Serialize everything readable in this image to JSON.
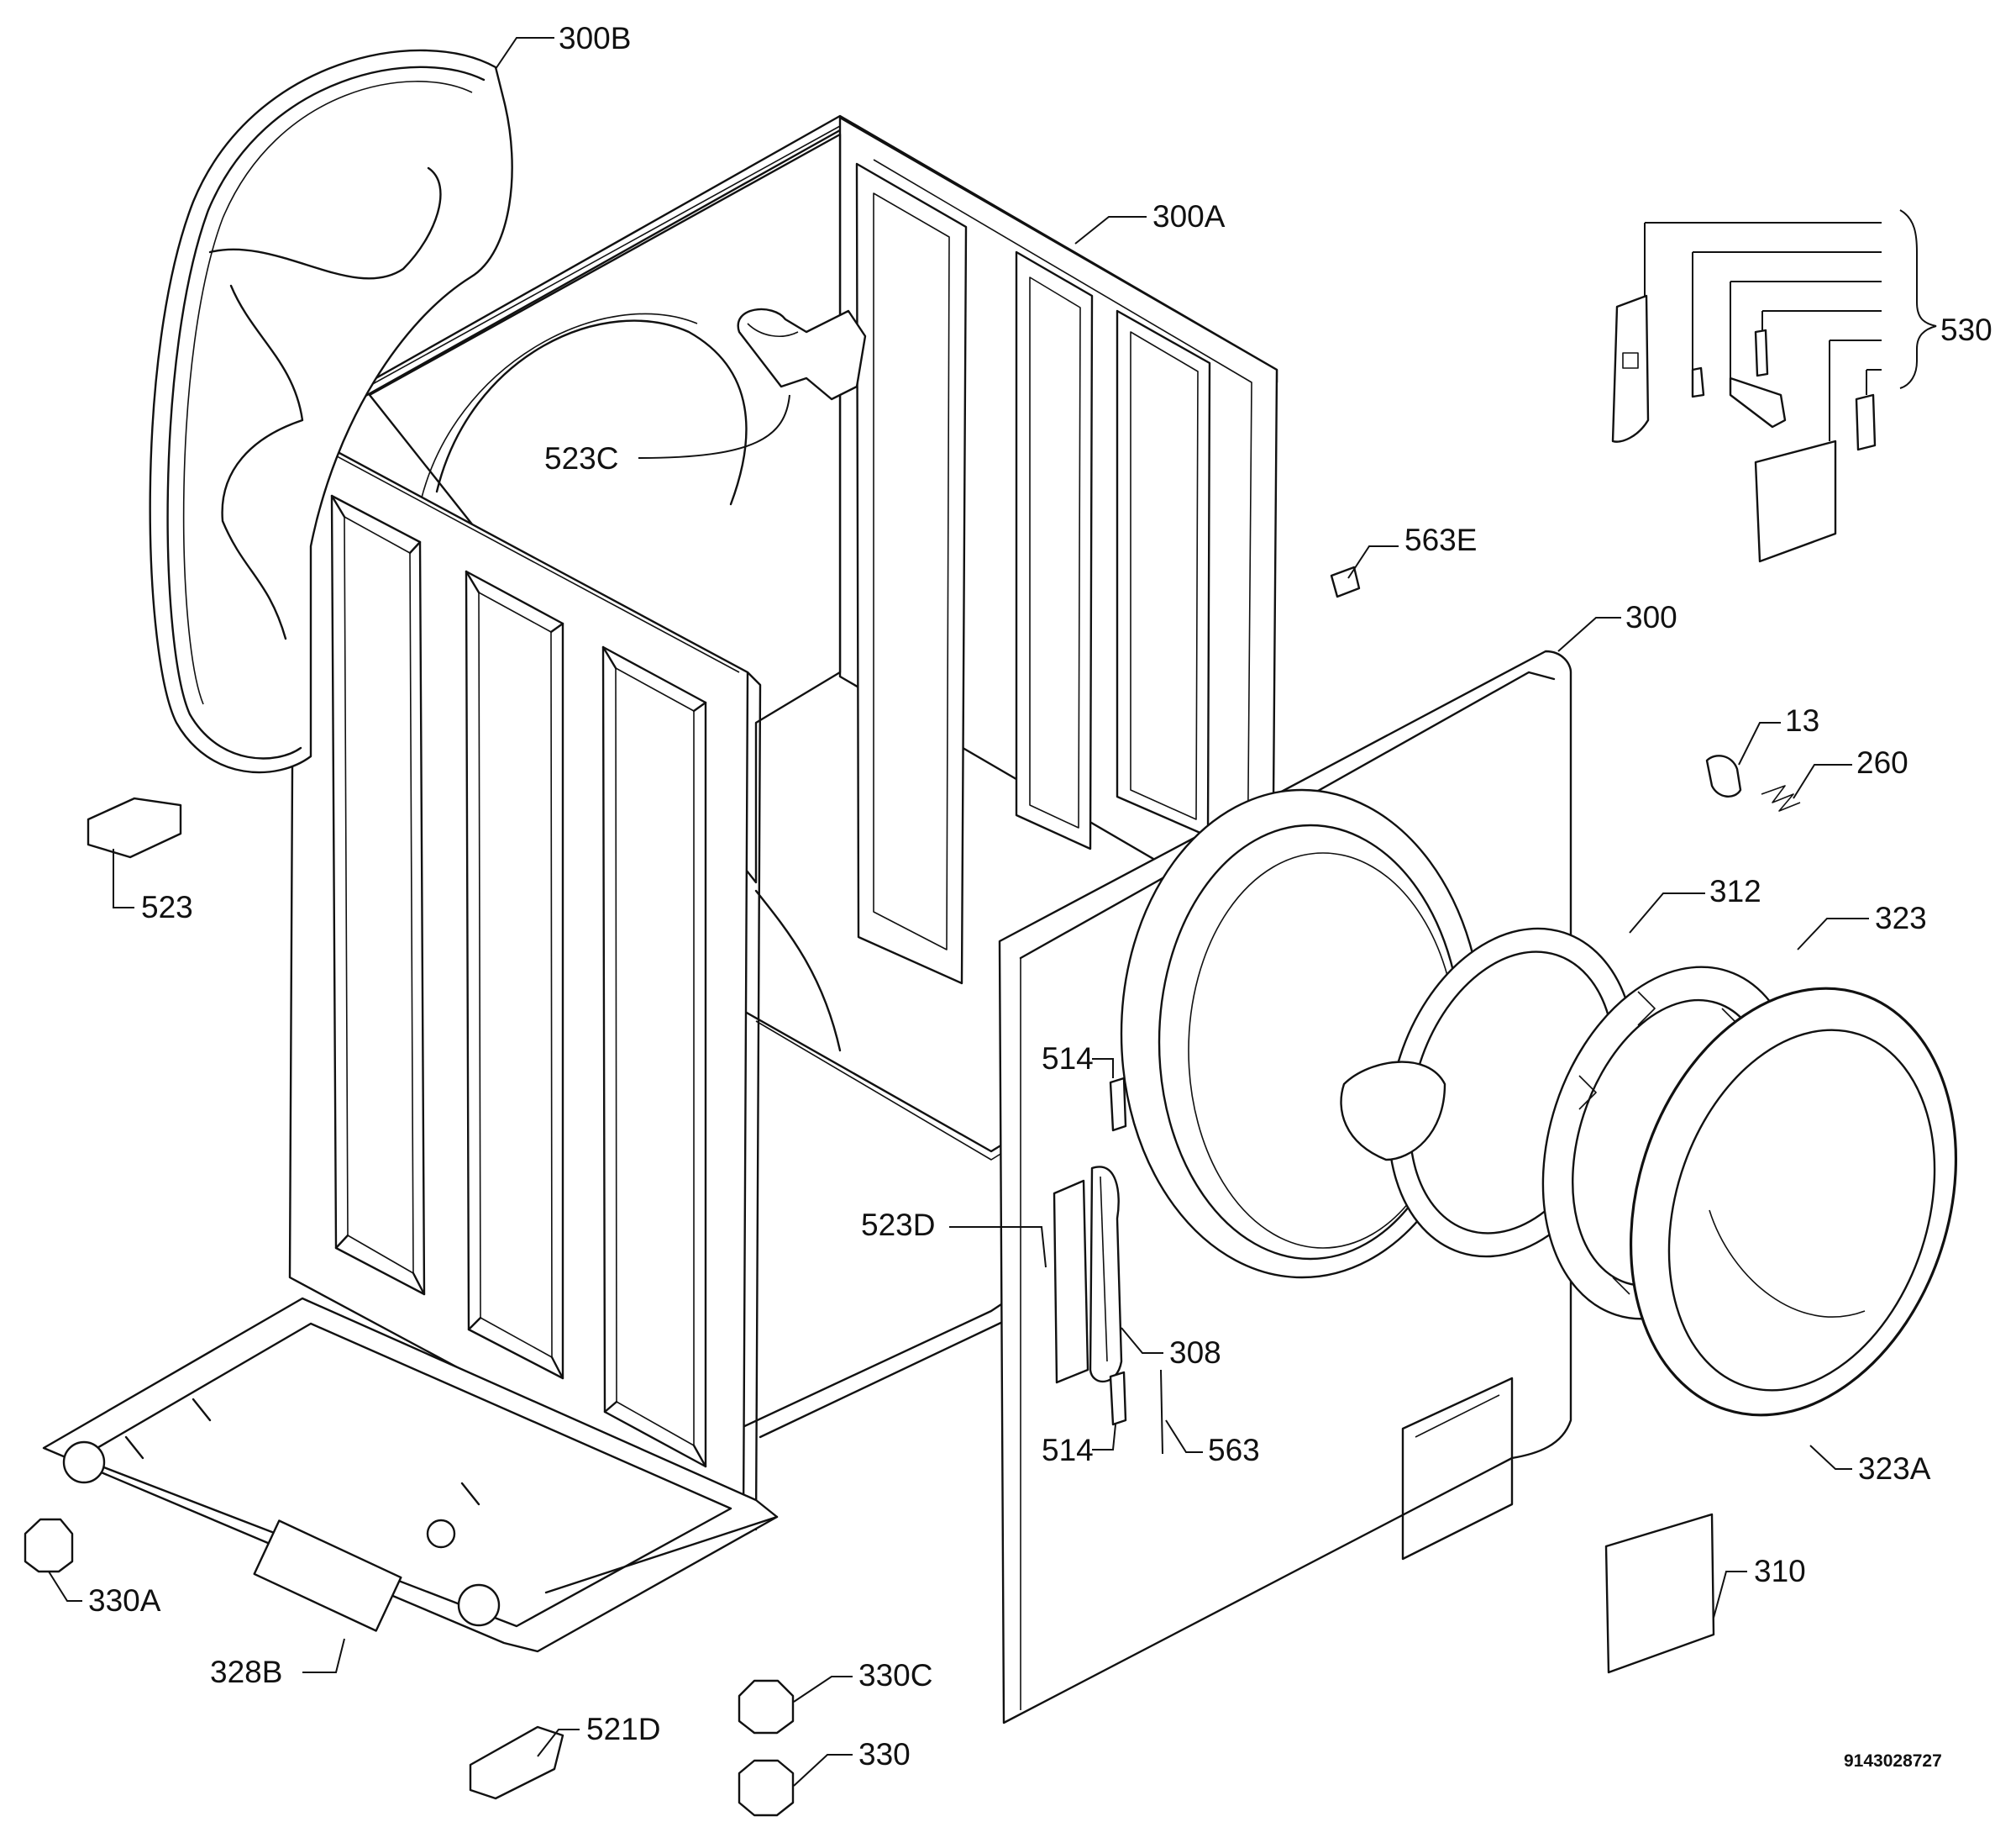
{
  "diagram": {
    "reference_number": "9143028727",
    "part_labels": [
      {
        "id": "p300B",
        "text": "300B"
      },
      {
        "id": "p300A",
        "text": "300A"
      },
      {
        "id": "p530",
        "text": "530"
      },
      {
        "id": "p523C",
        "text": "523C"
      },
      {
        "id": "p563E",
        "text": "563E"
      },
      {
        "id": "p300",
        "text": "300"
      },
      {
        "id": "p13",
        "text": "13"
      },
      {
        "id": "p260",
        "text": "260"
      },
      {
        "id": "p523",
        "text": "523"
      },
      {
        "id": "p312",
        "text": "312"
      },
      {
        "id": "p323",
        "text": "323"
      },
      {
        "id": "p514a",
        "text": "514"
      },
      {
        "id": "p523D",
        "text": "523D"
      },
      {
        "id": "p308",
        "text": "308"
      },
      {
        "id": "p514b",
        "text": "514"
      },
      {
        "id": "p563",
        "text": "563"
      },
      {
        "id": "p323A",
        "text": "323A"
      },
      {
        "id": "p310",
        "text": "310"
      },
      {
        "id": "p330A",
        "text": "330A"
      },
      {
        "id": "p328B",
        "text": "328B"
      },
      {
        "id": "p330C",
        "text": "330C"
      },
      {
        "id": "p521D",
        "text": "521D"
      },
      {
        "id": "p330",
        "text": "330"
      }
    ]
  }
}
